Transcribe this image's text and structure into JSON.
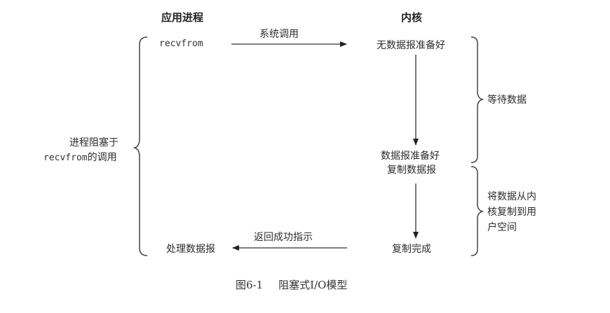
{
  "diagram": {
    "columns": {
      "app_process": "应用进程",
      "kernel": "内核"
    },
    "app": {
      "call": "recvfrom",
      "process_data": "处理数据报"
    },
    "arrows": {
      "syscall": "系统调用",
      "return_success": "返回成功指示"
    },
    "kernel_states": {
      "no_data": "无数据报准备好",
      "data_ready": "数据报准备好",
      "copy_data": "复制数据报",
      "copy_done": "复制完成"
    },
    "phases": {
      "wait_data": "等待数据",
      "copy_line1": "将数据从内",
      "copy_line2": "核复制到用",
      "copy_line3": "户空间"
    },
    "blocked": {
      "line1": "进程阻塞于",
      "line2_mono": "recvfrom",
      "line2_rest": "的调用"
    },
    "caption": {
      "figure_no": "图6-1",
      "title": "阻塞式I/O模型"
    },
    "colors": {
      "ink": "#2a2a2a",
      "background": "#ffffff"
    }
  }
}
